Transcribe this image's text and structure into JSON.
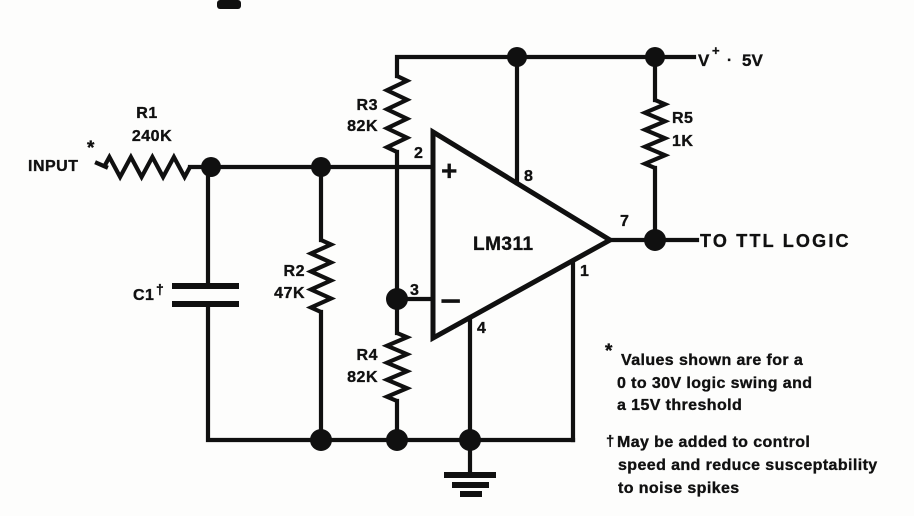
{
  "colors": {
    "ink": "#101010",
    "background": "#fdfdfc"
  },
  "labels": {
    "input": "INPUT",
    "input_marker": "*",
    "supply_prefix": "V",
    "supply_sup": "+",
    "supply_sep": "·",
    "supply_value": "5V",
    "output": "TO TTL LOGIC"
  },
  "components": {
    "r1": {
      "ref": "R1",
      "value": "240K"
    },
    "r2": {
      "ref": "R2",
      "value": "47K"
    },
    "r3": {
      "ref": "R3",
      "value": "82K"
    },
    "r4": {
      "ref": "R4",
      "value": "82K"
    },
    "r5": {
      "ref": "R5",
      "value": "1K"
    },
    "c1": {
      "ref": "C1",
      "marker": "†"
    },
    "ic": {
      "ref": "LM311"
    }
  },
  "pins": {
    "p1": "1",
    "p2": "2",
    "p3": "3",
    "p4": "4",
    "p7": "7",
    "p8": "8",
    "plus": "+",
    "minus": "−"
  },
  "notes": {
    "note1": {
      "marker": "*",
      "lines": [
        "Values shown are for a",
        "0 to 30V logic swing and",
        "a 15V threshold"
      ]
    },
    "note2": {
      "marker": "†",
      "lines": [
        "May be added to control",
        "speed and reduce susceptability",
        "to noise spikes"
      ]
    }
  }
}
